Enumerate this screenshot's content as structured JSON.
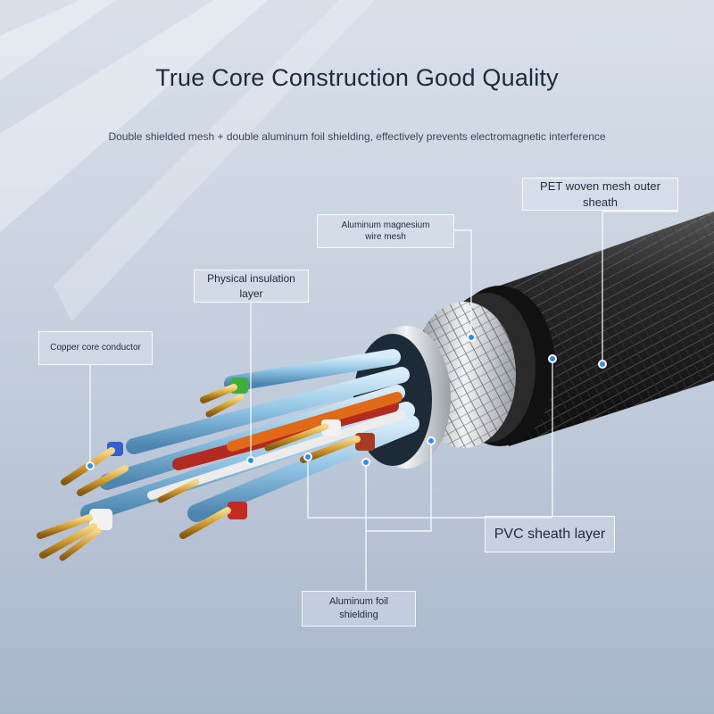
{
  "header": {
    "title": "True Core Construction Good Quality",
    "subtitle": "Double shielded mesh + double aluminum foil shielding, effectively prevents electromagnetic interference"
  },
  "callouts": {
    "pet_mesh": "PET woven mesh outer sheath",
    "al_mg_mesh_line1": "Aluminum magnesium",
    "al_mg_mesh_line2": "wire mesh",
    "insulation": "Physical insulation layer",
    "copper": "Copper core conductor",
    "pvc": "PVC sheath layer",
    "foil_line1": "Aluminum foil",
    "foil_line2": "shielding"
  },
  "colors": {
    "marker": "#2a8cff",
    "copper": "#d9a23a",
    "sheath": "#1a1a1a"
  }
}
